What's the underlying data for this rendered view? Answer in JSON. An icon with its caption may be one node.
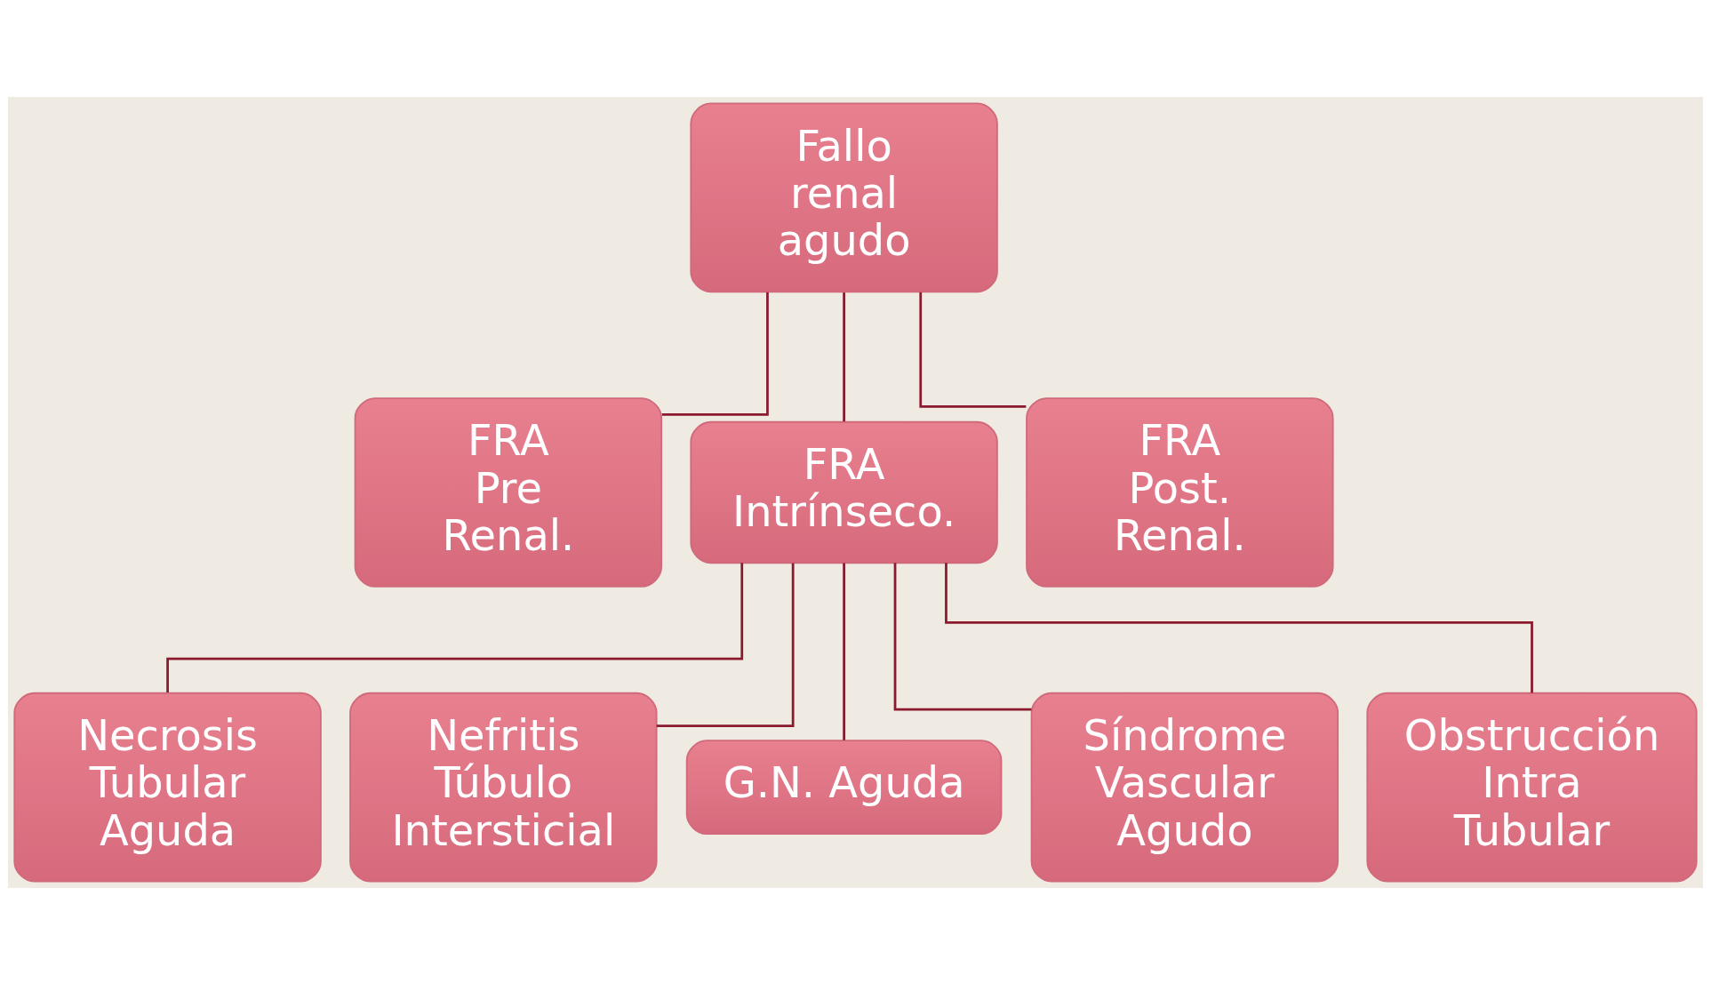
{
  "diagram": {
    "nodes": [
      {
        "text": [
          "Fallo renal agudo"
        ]
      },
      {
        "text": [
          "FRA Pre Renal."
        ]
      },
      {
        "text": [
          "FRA Intrínseco."
        ]
      },
      {
        "text": [
          "FRA Post. Renal."
        ]
      },
      {
        "text": [
          "Necrosis Tubular Aguda"
        ]
      },
      {
        "text": [
          "Nefritis Túbulo Intersticial"
        ]
      },
      {
        "text": [
          "G.N. Aguda"
        ]
      },
      {
        "text": [
          "Síndrome Vascular Agudo"
        ]
      },
      {
        "text": [
          "Obstrucción Intra Tubular"
        ]
      }
    ],
    "edges": [
      {
        "from": 0,
        "to": 1,
        "arrow": "none"
      },
      {
        "from": 0,
        "to": 2,
        "arrow": "none"
      },
      {
        "from": 0,
        "to": 3,
        "arrow": "none"
      },
      {
        "from": 2,
        "to": 4,
        "arrow": "none"
      },
      {
        "from": 2,
        "to": 5,
        "arrow": "none"
      },
      {
        "from": 2,
        "to": 6,
        "arrow": "none"
      },
      {
        "from": 2,
        "to": 7,
        "arrow": "none"
      },
      {
        "from": 2,
        "to": 8,
        "arrow": "none"
      }
    ]
  }
}
